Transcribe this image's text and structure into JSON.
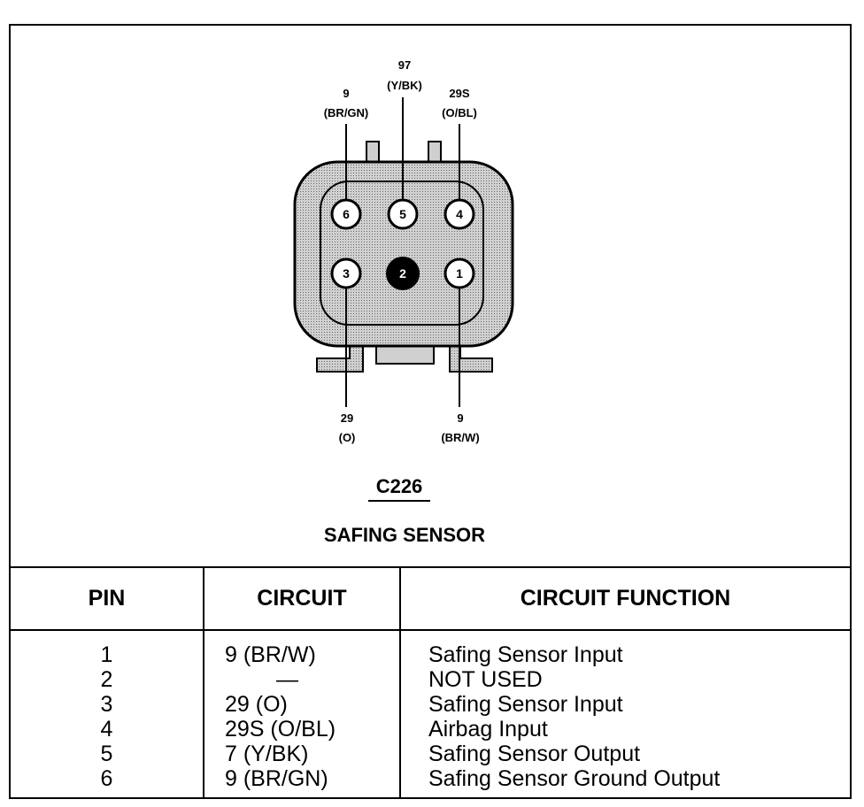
{
  "connector": {
    "id": "C226",
    "name": "SAFING SENSOR",
    "pins": [
      {
        "number": "6",
        "wire": "9",
        "color": "(BR/GN)",
        "used": true
      },
      {
        "number": "5",
        "wire": "97",
        "color": "(Y/BK)",
        "used": true
      },
      {
        "number": "4",
        "wire": "29S",
        "color": "(O/BL)",
        "used": true
      },
      {
        "number": "3",
        "wire": "29",
        "color": "(O)",
        "used": true
      },
      {
        "number": "2",
        "wire": "",
        "color": "",
        "used": false
      },
      {
        "number": "1",
        "wire": "9",
        "color": "(BR/W)",
        "used": true
      }
    ]
  },
  "table": {
    "headers": [
      "PIN",
      "CIRCUIT",
      "CIRCUIT FUNCTION"
    ],
    "rows": [
      {
        "pin": "1",
        "circuit": "9 (BR/W)",
        "function": "Safing Sensor Input"
      },
      {
        "pin": "2",
        "circuit": "—",
        "function": "NOT USED"
      },
      {
        "pin": "3",
        "circuit": "29 (O)",
        "function": "Safing Sensor Input"
      },
      {
        "pin": "4",
        "circuit": "29S (O/BL)",
        "function": "Airbag Input"
      },
      {
        "pin": "5",
        "circuit": "7 (Y/BK)",
        "function": "Safing Sensor Output"
      },
      {
        "pin": "6",
        "circuit": "9 (BR/GN)",
        "function": "Safing Sensor Ground Output"
      }
    ]
  },
  "colors": {
    "connector_fill": "#b5b5b5",
    "line": "#000000",
    "pin_fill": "#ffffff",
    "unused_pin_fill": "#000000"
  }
}
